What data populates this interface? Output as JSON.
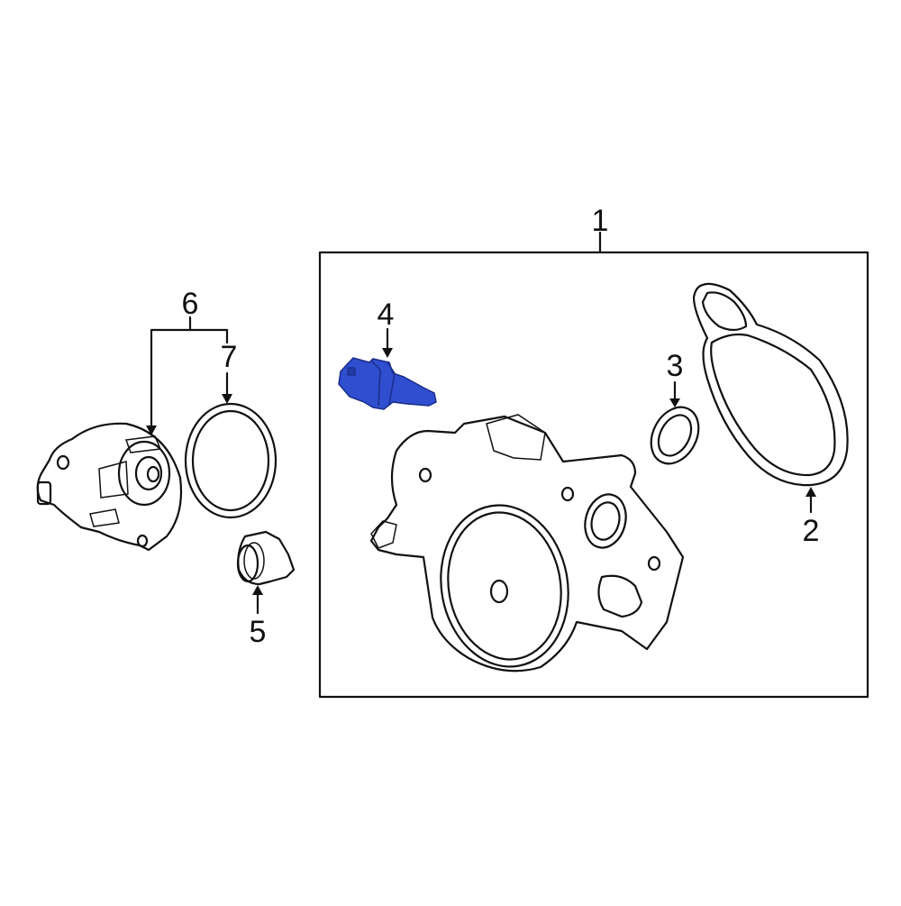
{
  "diagram": {
    "type": "exploded-parts-diagram",
    "subject": "Water pump assembly",
    "highlight_color": "#2f4fd0",
    "line_color": "#111111",
    "background": "#ffffff",
    "assembly_box": {
      "callout": "1"
    },
    "callouts": [
      {
        "id": "1",
        "label": "1",
        "part": "water-pump-assembly"
      },
      {
        "id": "2",
        "label": "2",
        "part": "pump-gasket"
      },
      {
        "id": "3",
        "label": "3",
        "part": "o-ring"
      },
      {
        "id": "4",
        "label": "4",
        "part": "temperature-sensor",
        "highlighted": true
      },
      {
        "id": "5",
        "label": "5",
        "part": "plug"
      },
      {
        "id": "6",
        "label": "6",
        "part": "thermostat-housing"
      },
      {
        "id": "7",
        "label": "7",
        "part": "thermostat-seal"
      }
    ]
  }
}
